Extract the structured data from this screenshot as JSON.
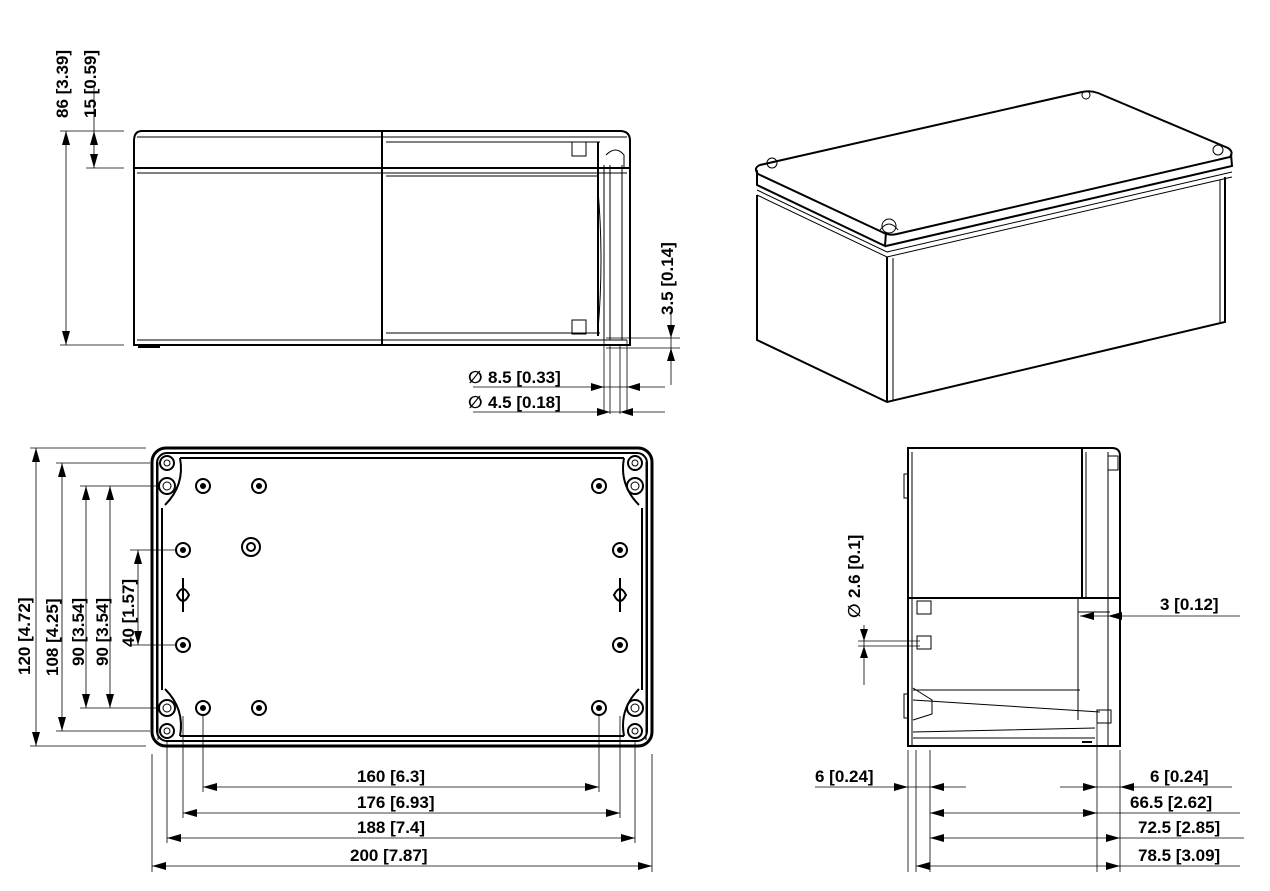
{
  "labels": {
    "h_86": "86 [3.39]",
    "h_15": "15 [0.59]",
    "h_3_5": "3.5 [0.14]",
    "d_8_5": "8.5 [0.33]",
    "d_4_5": "4.5 [0.18]",
    "v_120": "120 [4.72]",
    "v_108": "108 [4.25]",
    "v_90a": "90 [3.54]",
    "v_90b": "90 [3.54]",
    "v_40": "40 [1.57]",
    "w_160": "160 [6.3]",
    "w_176": "176 [6.93]",
    "w_188": "188 [7.4]",
    "w_200": "200 [7.87]",
    "d_2_6": "2.6 [0.1]",
    "s_3": "3 [0.12]",
    "s_6_left": "6 [0.24]",
    "s_6_right": "6 [0.24]",
    "s_66_5": "66.5 [2.62]",
    "s_72_5": "72.5 [2.85]",
    "s_78_5": "78.5 [3.09]"
  },
  "symbols": {
    "diameter": "∅"
  }
}
